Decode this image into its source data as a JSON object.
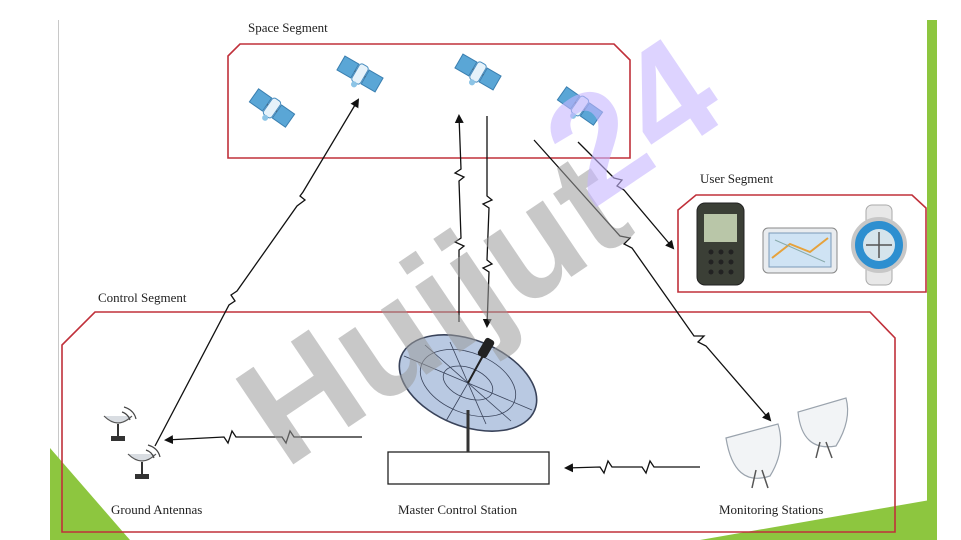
{
  "segments": {
    "space": "Space Segment",
    "user": "User Segment",
    "control": "Control Segment"
  },
  "stations": {
    "ground": "Ground Antennas",
    "master": "Master Control Station",
    "monitoring": "Monitoring Stations"
  },
  "watermark": "Huijut24",
  "colors": {
    "segment_border": "#c0303a",
    "satellite_panel": "#5aa6d6",
    "accent_green": "#8dc63f",
    "watermark_gray": "#9a9a9a",
    "watermark_purple": "#c7b6ff"
  }
}
